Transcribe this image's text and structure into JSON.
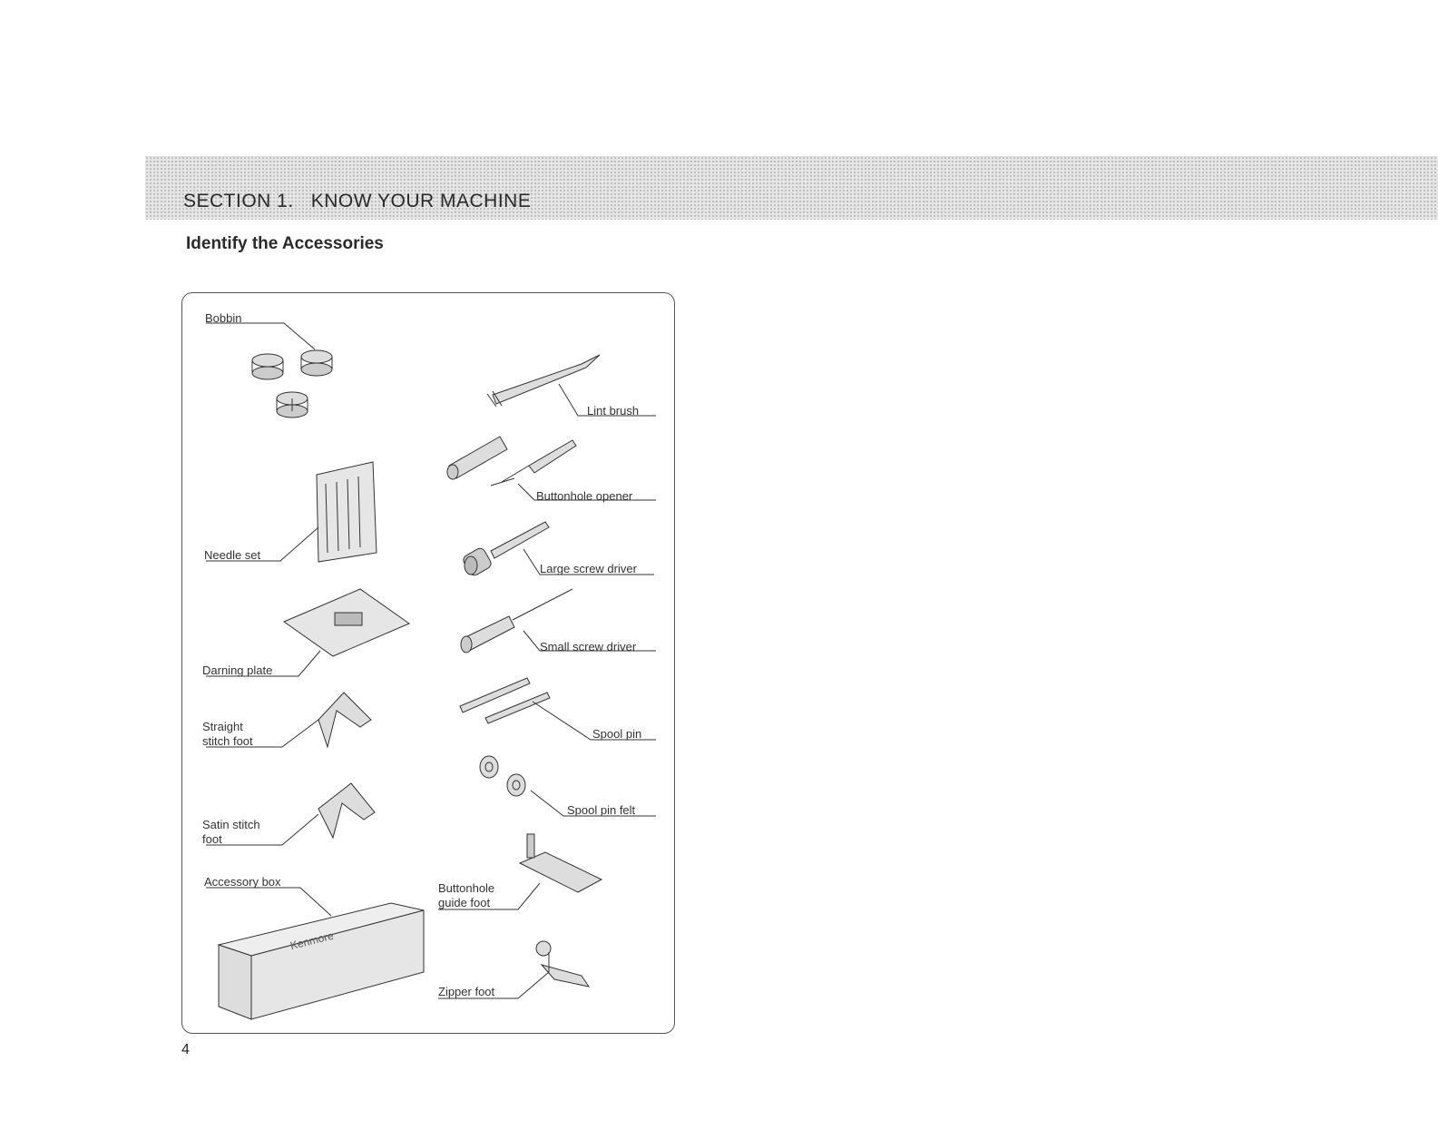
{
  "header": {
    "section": "SECTION 1.   KNOW YOUR MACHINE",
    "title": "Identify the Accessories"
  },
  "accessories": [
    {
      "id": "bobbin",
      "label": "Bobbin"
    },
    {
      "id": "lint-brush",
      "label": "Lint brush"
    },
    {
      "id": "buttonhole-opener",
      "label": "Buttonhole opener"
    },
    {
      "id": "needle-set",
      "label": "Needle set"
    },
    {
      "id": "large-screw-driver",
      "label": "Large screw driver"
    },
    {
      "id": "darning-plate",
      "label": "Darning plate"
    },
    {
      "id": "small-screw-driver",
      "label": "Small screw driver"
    },
    {
      "id": "straight-stitch-foot",
      "label": "Straight stitch foot",
      "line1": "Straight",
      "line2": "stitch foot"
    },
    {
      "id": "spool-pin",
      "label": "Spool pin"
    },
    {
      "id": "spool-pin-felt",
      "label": "Spool pin felt"
    },
    {
      "id": "satin-stitch-foot",
      "label": "Satin stitch foot",
      "line1": "Satin stitch",
      "line2": "foot"
    },
    {
      "id": "accessory-box",
      "label": "Accessory box"
    },
    {
      "id": "buttonhole-guide-foot",
      "label": "Buttonhole guide foot",
      "line1": "Buttonhole",
      "line2": "guide foot"
    },
    {
      "id": "zipper-foot",
      "label": "Zipper foot"
    }
  ],
  "accessory_box_brand": "Kenmore",
  "page_number": "4"
}
